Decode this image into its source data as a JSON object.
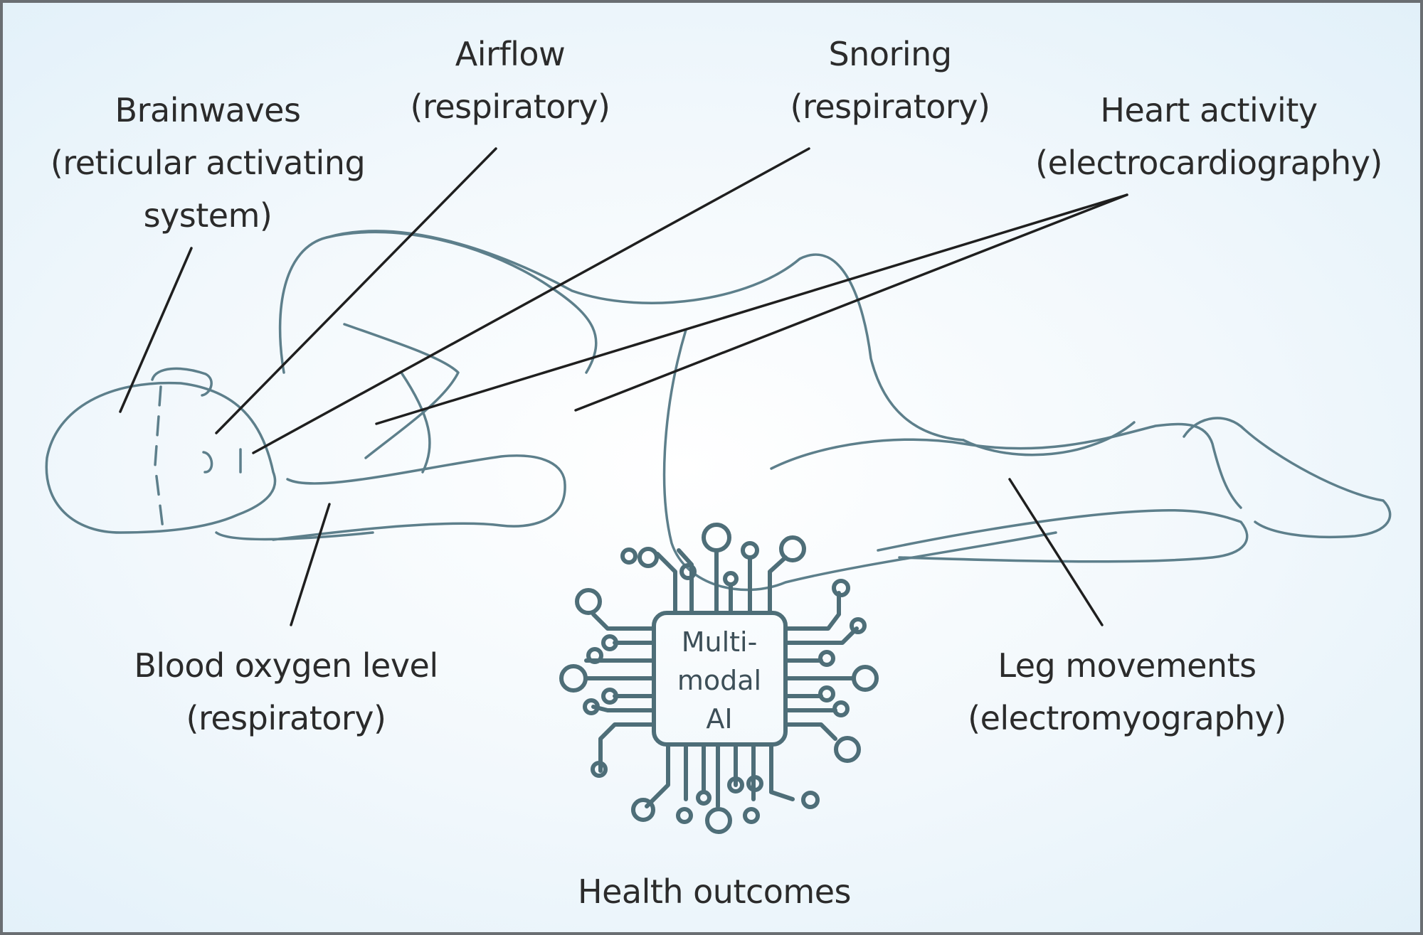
{
  "labels": {
    "brainwaves": [
      "Brainwaves",
      "(reticular activating",
      "system)"
    ],
    "airflow": [
      "Airflow",
      "(respiratory)"
    ],
    "snoring": [
      "Snoring",
      "(respiratory)"
    ],
    "heart": [
      "Heart activity",
      "(electrocardiography)"
    ],
    "blood_oxygen": [
      "Blood oxygen level",
      "(respiratory)"
    ],
    "leg": [
      "Leg movements",
      "(electromyography)"
    ],
    "health_outcomes": "Health outcomes"
  },
  "chip": {
    "lines": [
      "Multi-",
      "modal",
      "AI"
    ]
  },
  "colors": {
    "outline": "#5d7f8b",
    "pointer": "#1f1f1f",
    "chip": "#4e6e78"
  }
}
